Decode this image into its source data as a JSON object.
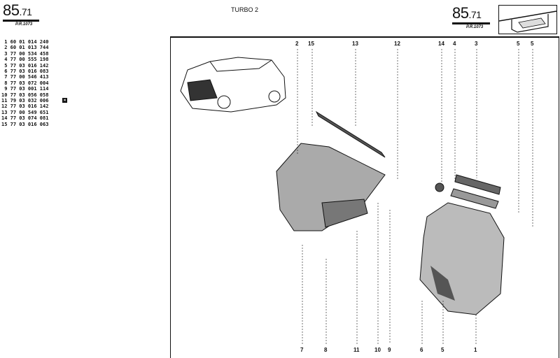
{
  "header": {
    "page_left": {
      "major": "85",
      "minor": ".71",
      "ref": "P.R.1073"
    },
    "page_right": {
      "major": "85",
      "minor": ".71",
      "ref": "P.R.1073"
    },
    "title": "TURBO 2"
  },
  "parts_list": [
    {
      "no": "1",
      "ref": "60 01 014 240"
    },
    {
      "no": "2",
      "ref": "60 01 013 744"
    },
    {
      "no": "3",
      "ref": "77 00 534 458"
    },
    {
      "no": "4",
      "ref": "77 00 555 198"
    },
    {
      "no": "5",
      "ref": "77 03 016 142"
    },
    {
      "no": "6",
      "ref": "77 03 016 083"
    },
    {
      "no": "7",
      "ref": "77 00 546 413"
    },
    {
      "no": "8",
      "ref": "77 03 072 004"
    },
    {
      "no": "9",
      "ref": "77 03 001 114"
    },
    {
      "no": "10",
      "ref": "77 03 056 058"
    },
    {
      "no": "11",
      "ref": "79 03 032 006",
      "mark": "x-box-icon"
    },
    {
      "no": "12",
      "ref": "77 03 016 142"
    },
    {
      "no": "13",
      "ref": "77 00 549 651"
    },
    {
      "no": "14",
      "ref": "77 03 074 081"
    },
    {
      "no": "15",
      "ref": "77 03 016 063"
    }
  ],
  "diagram": {
    "top_callouts": [
      "2",
      "15",
      "13",
      "12",
      "14",
      "4",
      "3",
      "5",
      "5"
    ],
    "bottom_callouts": [
      "7",
      "8",
      "11",
      "10",
      "9",
      "6",
      "5",
      "1"
    ]
  }
}
